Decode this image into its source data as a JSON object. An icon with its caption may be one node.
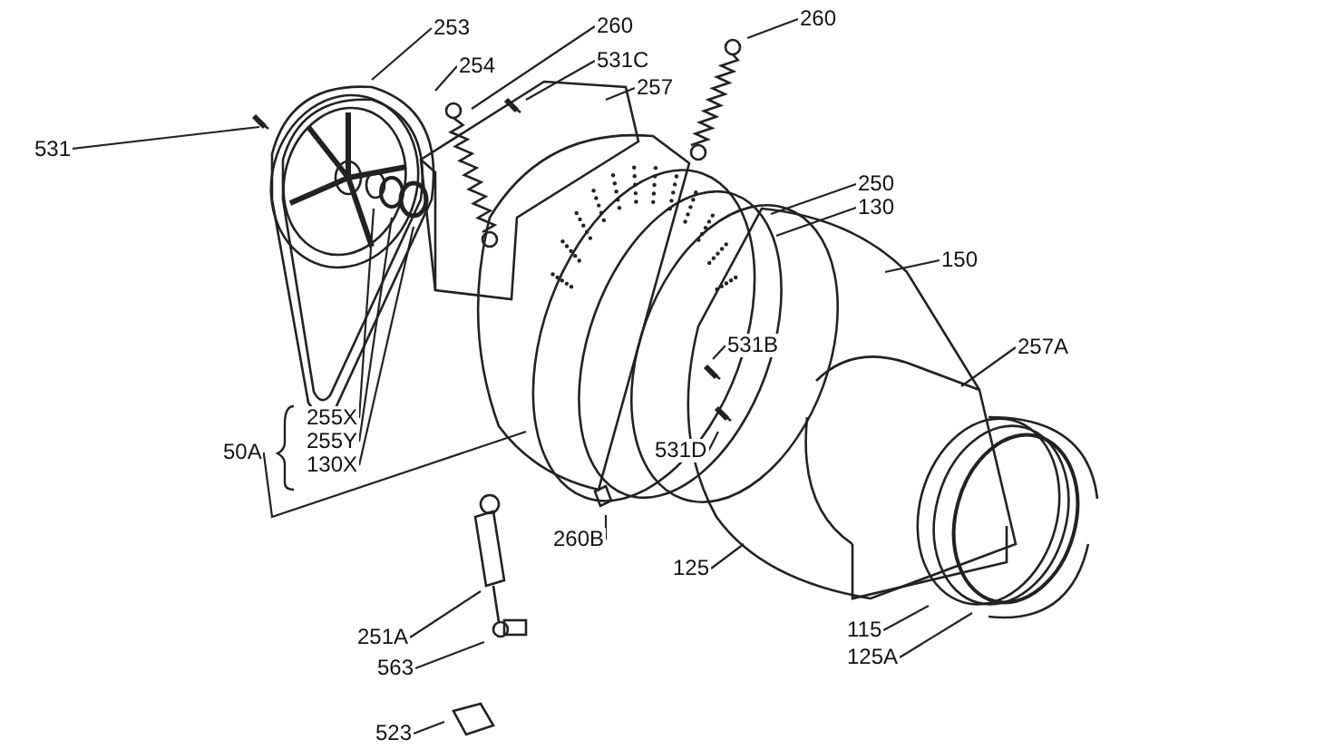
{
  "diagram": {
    "nodes": [
      {
        "text": [
          "253"
        ]
      },
      {
        "text": [
          "260"
        ]
      },
      {
        "text": [
          "254"
        ]
      },
      {
        "text": [
          "531C"
        ]
      },
      {
        "text": [
          "257"
        ]
      },
      {
        "text": [
          "260"
        ]
      },
      {
        "text": [
          "531"
        ]
      },
      {
        "text": [
          "250"
        ]
      },
      {
        "text": [
          "130"
        ]
      },
      {
        "text": [
          "150"
        ]
      },
      {
        "text": [
          "531B"
        ]
      },
      {
        "text": [
          "257A"
        ]
      },
      {
        "text": [
          "255X"
        ]
      },
      {
        "text": [
          "255Y"
        ]
      },
      {
        "text": [
          "130X"
        ]
      },
      {
        "text": [
          "50A"
        ]
      },
      {
        "text": [
          "531D"
        ]
      },
      {
        "text": [
          "260B"
        ]
      },
      {
        "text": [
          "125"
        ]
      },
      {
        "text": [
          "115"
        ]
      },
      {
        "text": [
          "125A"
        ]
      },
      {
        "text": [
          "251A"
        ]
      },
      {
        "text": [
          "563"
        ]
      },
      {
        "text": [
          "523"
        ]
      }
    ],
    "edges": [
      {
        "from": 0,
        "to": null,
        "arrow": "none"
      },
      {
        "from": 1,
        "to": null,
        "arrow": "none"
      },
      {
        "from": 2,
        "to": null,
        "arrow": "none"
      },
      {
        "from": 3,
        "to": null,
        "arrow": "none"
      },
      {
        "from": 4,
        "to": null,
        "arrow": "none"
      },
      {
        "from": 5,
        "to": null,
        "arrow": "none"
      },
      {
        "from": 6,
        "to": null,
        "arrow": "none"
      },
      {
        "from": 7,
        "to": null,
        "arrow": "none"
      },
      {
        "from": 8,
        "to": null,
        "arrow": "none"
      },
      {
        "from": 9,
        "to": null,
        "arrow": "none"
      },
      {
        "from": 10,
        "to": null,
        "arrow": "none"
      },
      {
        "from": 11,
        "to": null,
        "arrow": "none"
      },
      {
        "from": 12,
        "to": null,
        "arrow": "none"
      },
      {
        "from": 13,
        "to": null,
        "arrow": "none"
      },
      {
        "from": 14,
        "to": null,
        "arrow": "none"
      },
      {
        "from": 15,
        "to": null,
        "arrow": "none"
      },
      {
        "from": 16,
        "to": null,
        "arrow": "none"
      },
      {
        "from": 17,
        "to": null,
        "arrow": "none"
      },
      {
        "from": 18,
        "to": null,
        "arrow": "none"
      },
      {
        "from": 19,
        "to": null,
        "arrow": "none"
      },
      {
        "from": 20,
        "to": null,
        "arrow": "none"
      },
      {
        "from": 21,
        "to": null,
        "arrow": "none"
      },
      {
        "from": 22,
        "to": null,
        "arrow": "none"
      },
      {
        "from": 23,
        "to": null,
        "arrow": "none"
      }
    ]
  }
}
